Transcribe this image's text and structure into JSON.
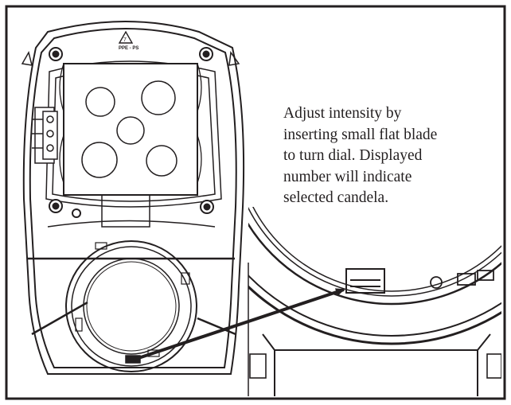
{
  "caption": {
    "lines": [
      "Adjust intensity by",
      "inserting small flat blade",
      "to turn dial. Displayed",
      "number will indicate",
      "selected candela."
    ]
  },
  "recycle_mark": {
    "number": "7",
    "label": "PPE - PS"
  },
  "colors": {
    "line": "#231f20",
    "background": "#ffffff"
  }
}
